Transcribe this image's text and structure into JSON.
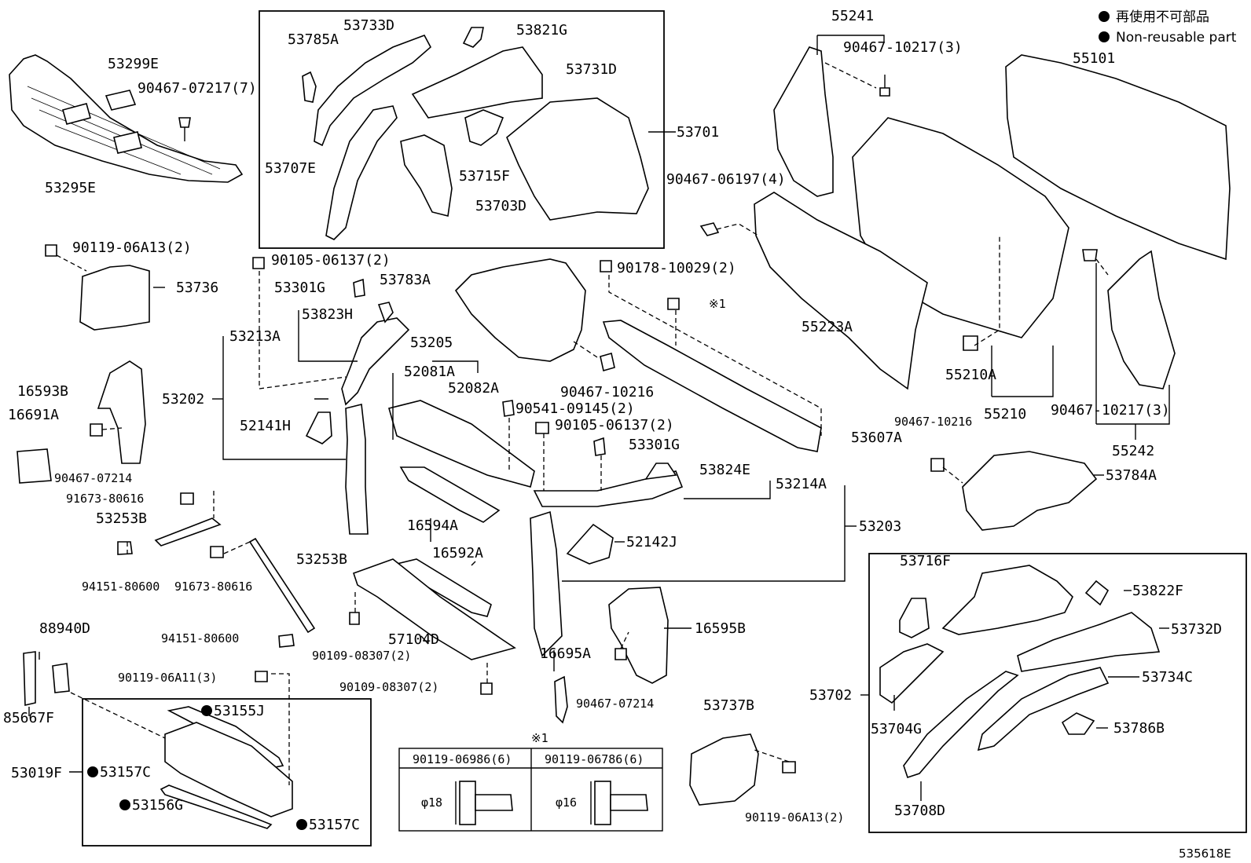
{
  "legend": {
    "line_jp": "再使用不可部品",
    "line_en": "Non-reusable part"
  },
  "footer": {
    "figure_code": "535618E"
  },
  "note_mark": "※1",
  "fastener_table": {
    "title": "※1",
    "columns": [
      {
        "part": "90119-06986(6)",
        "diameter": "φ18"
      },
      {
        "part": "90119-06786(6)",
        "diameter": "φ16"
      }
    ]
  },
  "labels": {
    "p53299E": "53299E",
    "p90467_07217_7": "90467-07217(7)",
    "p53295E": "53295E",
    "p53785A": "53785A",
    "p53733D": "53733D",
    "p53821G": "53821G",
    "p53731D": "53731D",
    "p53701": "53701",
    "p53707E": "53707E",
    "p53715F": "53715F",
    "p53703D": "53703D",
    "p55241": "55241",
    "p90467_10217_3a": "90467-10217(3)",
    "p55101": "55101",
    "p90467_06197_4": "90467-06197(4)",
    "p55223A": "55223A",
    "p55210A": "55210A",
    "p55210": "55210",
    "p90467_10217_3b": "90467-10217(3)",
    "p55242": "55242",
    "p90119_06A13_2a": "90119-06A13(2)",
    "p53736": "53736",
    "p90105_06137_2a": "90105-06137(2)",
    "p53301Ga": "53301G",
    "p53823H": "53823H",
    "p53213A": "53213A",
    "p53783A": "53783A",
    "p90178_10029_2": "90178-10029(2)",
    "note1": "※1",
    "p53205": "53205",
    "p52081A": "52081A",
    "p52082A": "52082A",
    "p90467_10216a": "90467-10216",
    "p90541_09145_2": "90541-09145(2)",
    "p90105_06137_2b": "90105-06137(2)",
    "p53301Gb": "53301G",
    "p53607A": "53607A",
    "p16593B": "16593B",
    "p16691A": "16691A",
    "p53202": "53202",
    "p52141H": "52141H",
    "p90467_07214a": "90467-07214",
    "p91673_80616a": "91673-80616",
    "p53253Ba": "53253B",
    "p16594A": "16594A",
    "p53824E": "53824E",
    "p53214A": "53214A",
    "p53203": "53203",
    "p90467_10216b": "90467-10216",
    "p53784A": "53784A",
    "p94151_80600a": "94151-80600",
    "p91673_80616b": "91673-80616",
    "p53253Bb": "53253B",
    "p16592A": "16592A",
    "p52142J": "52142J",
    "p88940D": "88940D",
    "p94151_80600b": "94151-80600",
    "p57104D": "57104D",
    "p90109_08307_2a": "90109-08307(2)",
    "p16595B": "16595B",
    "p16695A": "16695A",
    "p90467_07214b": "90467-07214",
    "p90119_06A11_3": "90119-06A11(3)",
    "p90109_08307_2b": "90109-08307(2)",
    "p85667F": "85667F",
    "p53155J": "53155J",
    "p53019F": "53019F",
    "p53157Ca": "53157C",
    "p53156G": "53156G",
    "p53157Cb": "53157C",
    "p53737B": "53737B",
    "p90119_06A13_2b": "90119-06A13(2)",
    "p53716F": "53716F",
    "p53822F": "53822F",
    "p53732D": "53732D",
    "p53734C": "53734C",
    "p53702": "53702",
    "p53704G": "53704G",
    "p53786B": "53786B",
    "p53708D": "53708D"
  }
}
